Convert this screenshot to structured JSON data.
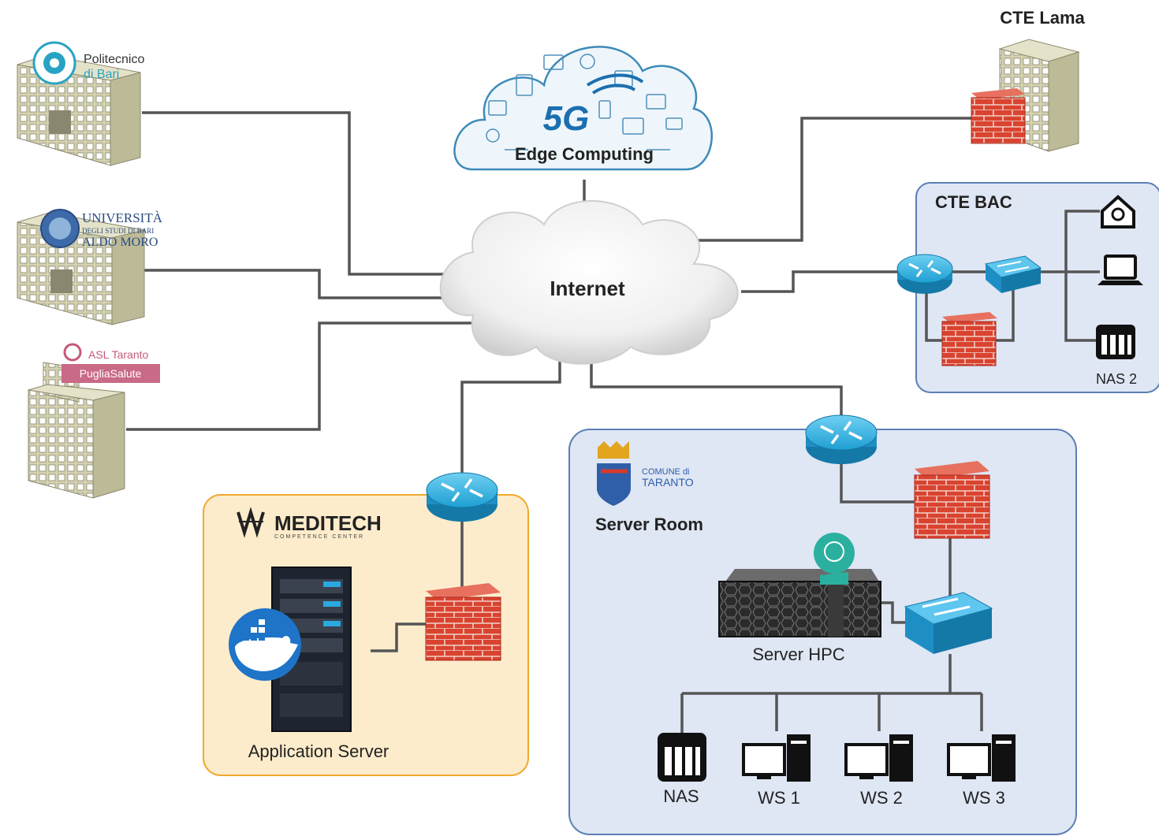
{
  "nodes": {
    "cte_lama": "CTE Lama",
    "politecnico": {
      "line1": "Politecnico",
      "line2": "di Bari"
    },
    "uniba": {
      "line1": "UNIVERSITÀ",
      "line2": "DEGLI STUDI DI BARI",
      "line3": "ALDO MORO"
    },
    "asl": {
      "line1": "ASL Taranto",
      "line2": "PugliaSalute"
    },
    "edge": {
      "badge": "5G",
      "label": "Edge Computing"
    },
    "internet": "Internet",
    "cte_bac": {
      "title": "CTE BAC",
      "nas": "NAS 2"
    },
    "meditech": {
      "brand": "MEDITECH",
      "tagline": "COMPETENCE CENTER",
      "server": "Application Server"
    },
    "taranto": {
      "line1": "COMUNE di",
      "line2": "TARANTO",
      "room": "Server Room",
      "hpc": "Server HPC",
      "nas": "NAS",
      "ws1": "WS 1",
      "ws2": "WS 2",
      "ws3": "WS 3"
    }
  },
  "colors": {
    "link": "#555555",
    "router": "#2aa7d9",
    "firewall": "#d63a2f",
    "panel_blue": "#dfe6f4",
    "panel_blue_border": "#5b7fb4",
    "panel_orange": "#fdeccb",
    "panel_orange_border": "#f0a830",
    "building": "#d7d6b8"
  },
  "icons": [
    "building-icon",
    "cloud-icon",
    "router-icon",
    "firewall-icon",
    "switch-icon",
    "nas-icon",
    "workstation-icon",
    "laptop-icon",
    "iot-hub-icon",
    "rack-server-icon",
    "docker-icon",
    "ai-head-icon",
    "hpc-server-icon"
  ]
}
